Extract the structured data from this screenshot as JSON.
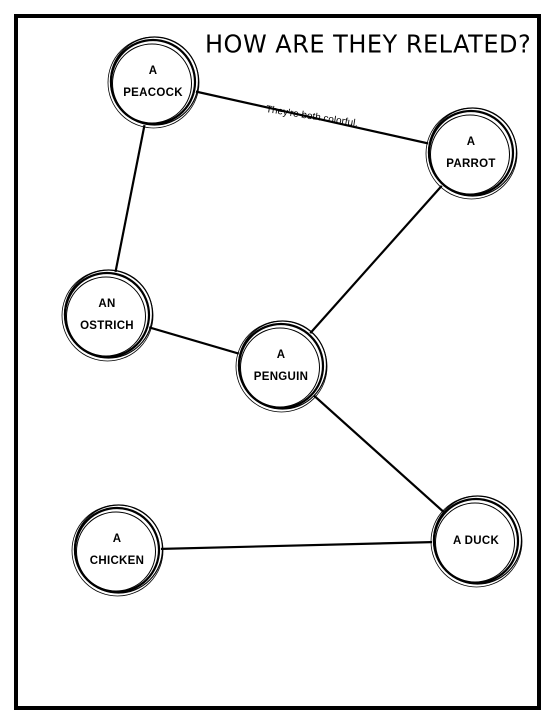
{
  "title": "HOW ARE THEY RELATED?",
  "nodes": {
    "peacock": {
      "lines": [
        "A",
        "PEACOCK"
      ]
    },
    "parrot": {
      "lines": [
        "A",
        "PARROT"
      ]
    },
    "ostrich": {
      "lines": [
        "AN",
        "OSTRICH"
      ]
    },
    "penguin": {
      "lines": [
        "A",
        "PENGUIN"
      ]
    },
    "chicken": {
      "lines": [
        "A",
        "CHICKEN"
      ]
    },
    "duck": {
      "lines": [
        "A DUCK"
      ]
    }
  },
  "edges": [
    {
      "from": "peacock",
      "to": "parrot",
      "label": "They're both colorful."
    },
    {
      "from": "peacock",
      "to": "ostrich",
      "label": ""
    },
    {
      "from": "ostrich",
      "to": "penguin",
      "label": ""
    },
    {
      "from": "penguin",
      "to": "parrot",
      "label": ""
    },
    {
      "from": "penguin",
      "to": "duck",
      "label": ""
    },
    {
      "from": "chicken",
      "to": "duck",
      "label": ""
    }
  ]
}
